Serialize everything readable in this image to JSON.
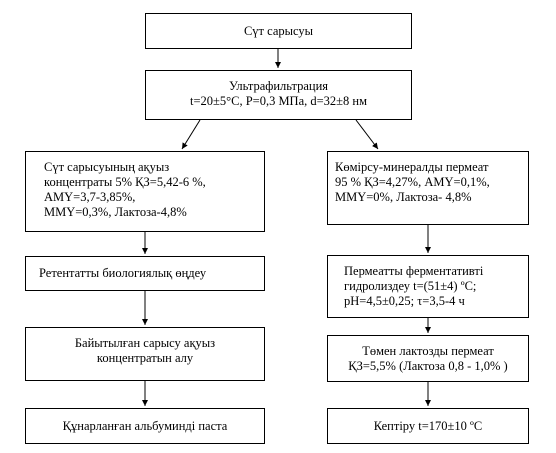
{
  "diagram": {
    "source": "Сүт сарысуы",
    "ultrafiltration": {
      "title": "Ультрафильтрация",
      "conditions": "t=20±5°C, P=0,3 МПа, d=32±8 нм"
    },
    "left_branch": {
      "concentrate": [
        "Сүт сарысуының ақуыз",
        "концентраты 5% ҚЗ=5,42-6 %,",
        "АМҮ=3,7-3,85%,",
        "ММҮ=0,3%, Лактоза-4,8%"
      ],
      "retentate_processing": "Ретентатты биологиялық өңдеу",
      "enriched": [
        "Байытылған сарысу ақуыз",
        "концентратын алу"
      ],
      "product": "Құнарланған альбуминді паста"
    },
    "right_branch": {
      "permeate": [
        "Көмірсу-минералды пермеат",
        "95 %  ҚЗ=4,27%, АМҮ=0,1%,",
        "ММҮ=0%, Лактоза- 4,8%"
      ],
      "hydrolysis": [
        "Пермеатты ферментативті",
        "гидролиздеу t=(51±4) ºС;",
        "pH=4,5±0,25; τ=3,5-4 ч"
      ],
      "low_lactose": [
        "Төмен лактозды пермеат",
        "ҚЗ=5,5% (Лактоза 0,8 - 1,0% )"
      ],
      "drying": "Кептіру t=170±10 ºС"
    }
  }
}
